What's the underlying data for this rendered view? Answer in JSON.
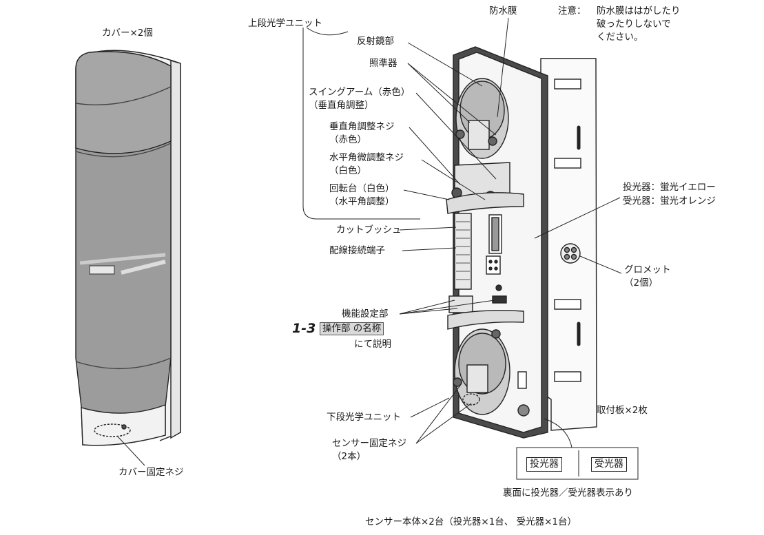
{
  "labels": {
    "cover_count": "カバー×2個",
    "cover_screw": "カバー固定ネジ",
    "upper_unit": "上段光学ユニット",
    "reflector": "反射鏡部",
    "sight": "照準器",
    "swing_arm_1": "スイングアーム（赤色）",
    "swing_arm_2": "（垂直角調整）",
    "vert_screw_1": "垂直角調整ネジ",
    "vert_screw_2": "（赤色）",
    "horiz_screw_1": "水平角微調整ネジ",
    "horiz_screw_2": "（白色）",
    "turntable_1": "回転台（白色）",
    "turntable_2": "（水平角調整）",
    "cut_bush": "カットブッシュ",
    "wiring_terminal": "配線接続端子",
    "function_setting": "機能設定部",
    "ref_number": "1-3",
    "ref_box": "操作部 の名称",
    "ref_suffix": "にて説明",
    "waterproof": "防水膜",
    "caution_head": "注意：",
    "caution_1": "防水膜ははがしたり",
    "caution_2": "破ったりしないで",
    "caution_3": "ください。",
    "projector_color": "投光器：蛍光イエロー",
    "receiver_color": "受光器：蛍光オレンジ",
    "grommet_1": "グロメット",
    "grommet_2": "（2個）",
    "mount_plate": "取付板×2枚",
    "lower_unit": "下段光学ユニット",
    "sensor_screw_1": "センサー固定ネジ",
    "sensor_screw_2": "（2本）",
    "box_projector": "投光器",
    "box_receiver": "受光器",
    "back_label": "裏面に投光器／受光器表示あり",
    "bottom_caption": "センサー本体×2台（投光器×1台、 受光器×1台）"
  }
}
